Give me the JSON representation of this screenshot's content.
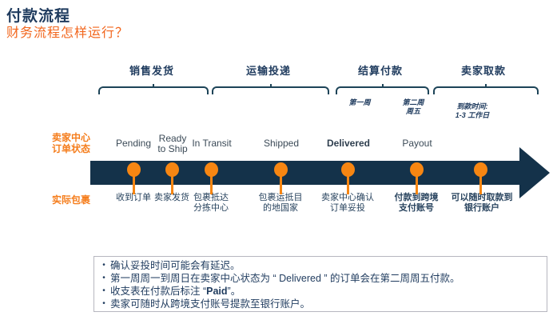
{
  "title": "付款流程",
  "subtitle": "财务流程怎样运行？",
  "colors": {
    "accent_orange": "#f2661d",
    "dot_orange": "#f78612",
    "navy": "#1f3b5e",
    "band_navy": "#14324a"
  },
  "phases": {
    "p1": "销售发货",
    "p2": "运输投递",
    "p3": "结算付款",
    "p4": "卖家取款"
  },
  "timing_notes": {
    "week1": "第一周",
    "week2": "第二周\n周五",
    "arrival": "到款时间:\n1-3 工作日"
  },
  "row_labels": {
    "order_status": "卖家中心\n订单状态",
    "actual_package": "实际包裹"
  },
  "statuses": {
    "s1": "Pending",
    "s2": "Ready\nto Ship",
    "s3": "In Transit",
    "s4": "Shipped",
    "s5": "Delivered",
    "s6": "Payout"
  },
  "descriptions": {
    "d1": "收到订单",
    "d2": "卖家发货",
    "d3": "包裹抵达\n分拣中心",
    "d4": "包裹运抵目\n的地国家",
    "d5": "卖家中心确认\n订单妥投",
    "d6": "付款到跨境\n支付账号",
    "d7": "可以随时取款到\n银行账户"
  },
  "notes": {
    "n1": "确认妥投时间可能会有延迟。",
    "n2": "第一周周一到周日在卖家中心状态为 “ Delivered ” 的订单会在第二周周五付款。",
    "n3_prefix": "收支表在付款后标注 “",
    "n3_bold": "Paid",
    "n3_suffix": "”。",
    "n4": "卖家可随时从跨境支付账号提款至银行账户。"
  }
}
